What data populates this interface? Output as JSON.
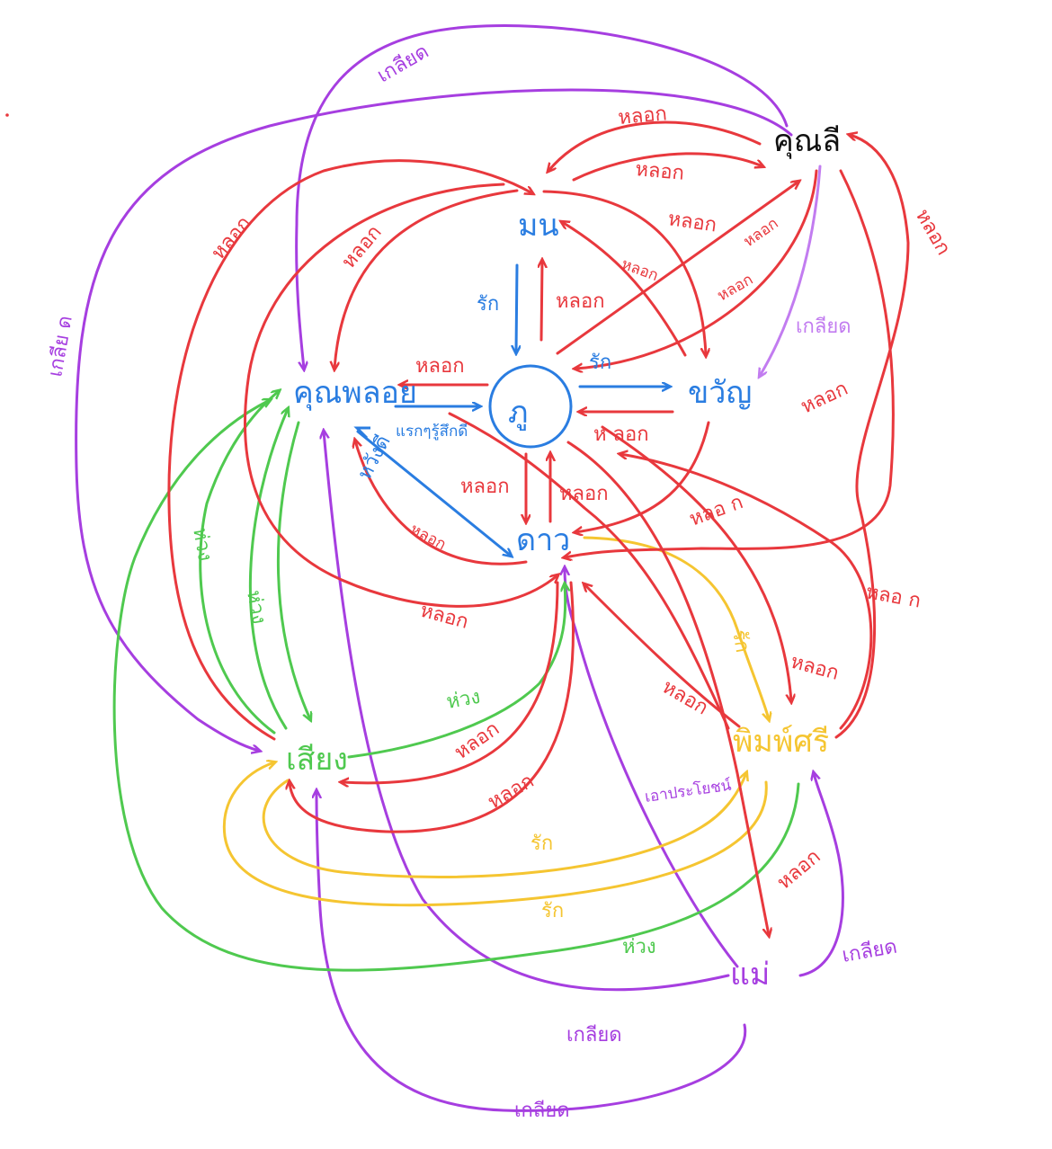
{
  "colors": {
    "blue": "#2a7de1",
    "red": "#e8383d",
    "purple": "#a63ee0",
    "green": "#4fc94f",
    "yellow": "#f5c531",
    "light_purple": "#c27cf0",
    "black": "#111111"
  },
  "nodes": {
    "poo": "ภู",
    "mon": "มน",
    "khun_lee": "คุณลี",
    "khun_ploy": "คุณพลอย",
    "khwanyu": "ขวัญ",
    "dao": "ดาว",
    "siang": "เสียง",
    "phimsri": "พิมพ์ศรี",
    "mae": "แม่"
  },
  "labels": {
    "rak": "รัก",
    "lok": "หลอก",
    "kliat": "เกลียด",
    "huang": "ห่วง",
    "raek_ruseuk_di": "แรกๆรู้สึกดี",
    "wang_dee": "หวังดี",
    "hao_prayot": "เอาประโยชน์",
    "ha_lok": "ห ลอก",
    "lok_spaced": "หลอ ก",
    "lok_wiggle": "หลอก",
    "kliat_a": "เกลีย ด"
  }
}
